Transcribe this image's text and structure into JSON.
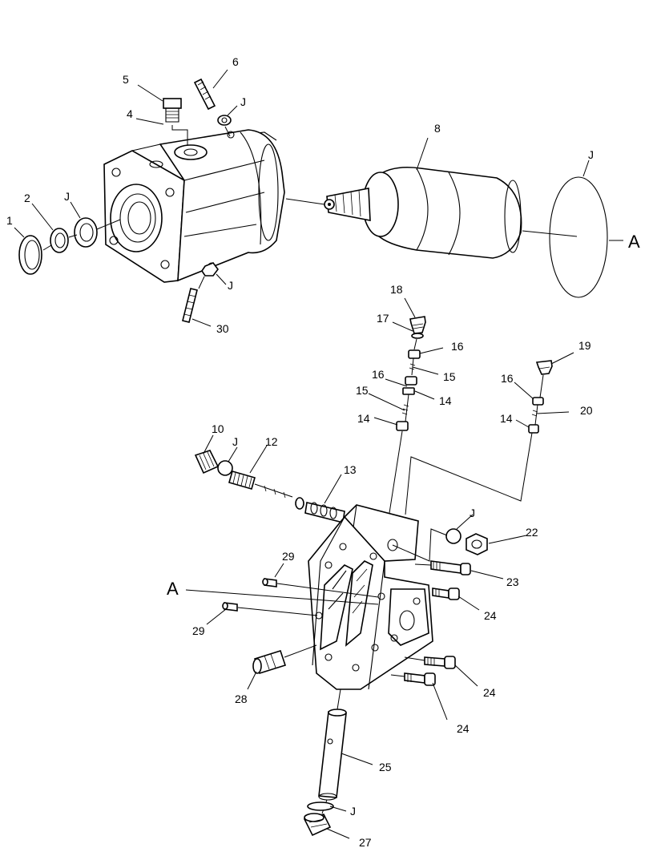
{
  "diagram": {
    "callouts": [
      {
        "id": "c1",
        "text": "1"
      },
      {
        "id": "c2",
        "text": "2"
      },
      {
        "id": "cJ_seal",
        "text": "J"
      },
      {
        "id": "c4",
        "text": "4"
      },
      {
        "id": "c5",
        "text": "5"
      },
      {
        "id": "c6",
        "text": "6"
      },
      {
        "id": "cJ_plug",
        "text": "J"
      },
      {
        "id": "c8",
        "text": "8"
      },
      {
        "id": "cJ_gasket",
        "text": "J"
      },
      {
        "id": "cA_top",
        "text": "A"
      },
      {
        "id": "cJ_nut",
        "text": "J"
      },
      {
        "id": "c30",
        "text": "30"
      },
      {
        "id": "c18",
        "text": "18"
      },
      {
        "id": "c17",
        "text": "17"
      },
      {
        "id": "c16a",
        "text": "16"
      },
      {
        "id": "c15a",
        "text": "15"
      },
      {
        "id": "c16b",
        "text": "16"
      },
      {
        "id": "c14a",
        "text": "14"
      },
      {
        "id": "c15b",
        "text": "15"
      },
      {
        "id": "c14b",
        "text": "14"
      },
      {
        "id": "c19",
        "text": "19"
      },
      {
        "id": "c16c",
        "text": "16"
      },
      {
        "id": "c20",
        "text": "20"
      },
      {
        "id": "c14c",
        "text": "14"
      },
      {
        "id": "c10",
        "text": "10"
      },
      {
        "id": "cJ_valve",
        "text": "J"
      },
      {
        "id": "c12",
        "text": "12"
      },
      {
        "id": "c13",
        "text": "13"
      },
      {
        "id": "cJ_oring",
        "text": "J"
      },
      {
        "id": "c22",
        "text": "22"
      },
      {
        "id": "c29a",
        "text": "29"
      },
      {
        "id": "cA_bottom",
        "text": "A"
      },
      {
        "id": "c23",
        "text": "23"
      },
      {
        "id": "c24a",
        "text": "24"
      },
      {
        "id": "c29b",
        "text": "29"
      },
      {
        "id": "c28",
        "text": "28"
      },
      {
        "id": "c24b",
        "text": "24"
      },
      {
        "id": "c24c",
        "text": "24"
      },
      {
        "id": "c25",
        "text": "25"
      },
      {
        "id": "cJ_bottom",
        "text": "J"
      },
      {
        "id": "c27",
        "text": "27"
      }
    ]
  }
}
